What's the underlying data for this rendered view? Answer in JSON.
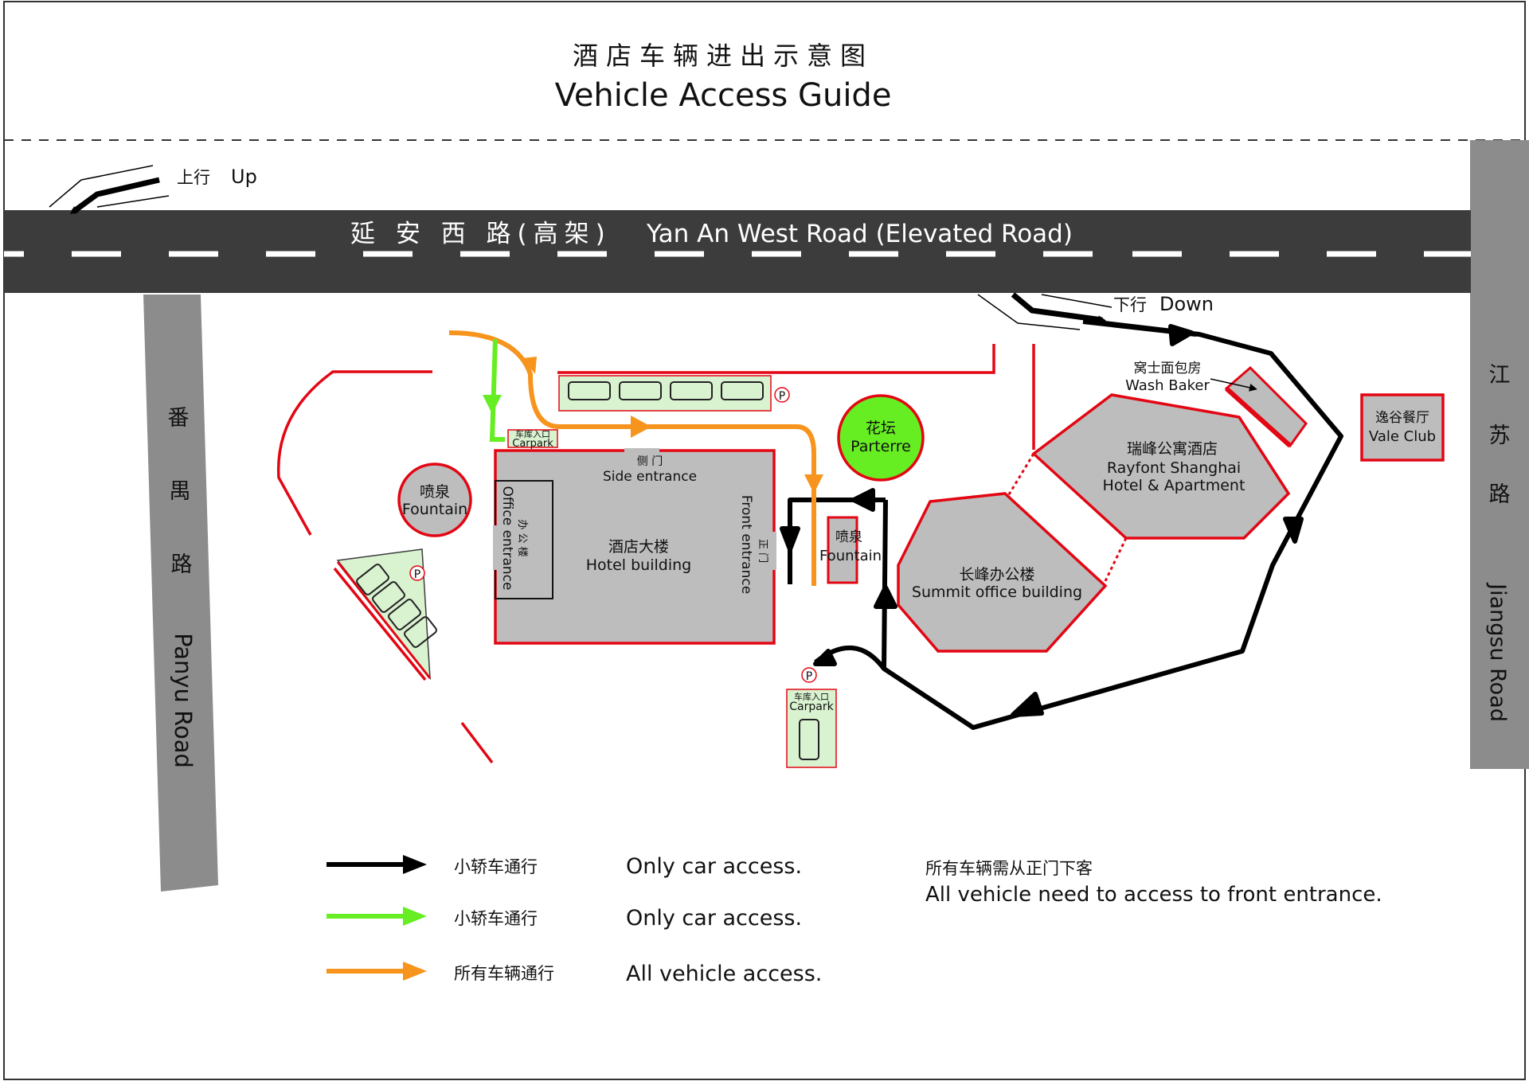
{
  "header": {
    "title_zh": "酒店车辆进出示意图",
    "title_en": "Vehicle Access Guide"
  },
  "roads": {
    "yanan_zh": "延 安 西 路(高架)",
    "yanan_en": "Yan An West Road (Elevated Road)",
    "panyu_zh": [
      "番",
      "禺",
      "路"
    ],
    "panyu_en": "Panyu Road",
    "jiangsu_zh": [
      "江",
      "苏",
      "路"
    ],
    "jiangsu_en": "Jiangsu Road",
    "up_zh": "上行",
    "up_en": "Up",
    "down_zh": "下行",
    "down_en": "Down"
  },
  "places": {
    "hotel_zh": "酒店大楼",
    "hotel_en": "Hotel building",
    "side_entrance_zh": "侧 门",
    "side_entrance_en": "Side entrance",
    "front_entrance_zh": "正 门",
    "front_entrance_en": "Front entrance",
    "office_entrance_zh": "办 公 楼",
    "office_entrance_en": "Office entrance",
    "fountain_zh": "喷泉",
    "fountain_en": "Fountain",
    "parterre_zh": "花坛",
    "parterre_en": "Parterre",
    "carpark_zh": "车库入口",
    "carpark_en": "Carpark",
    "wash_baker_zh": "窝士面包房",
    "wash_baker_en": "Wash Baker",
    "rayfont_zh": "瑞峰公寓酒店",
    "rayfont_en1": "Rayfont Shanghai",
    "rayfont_en2": "Hotel & Apartment",
    "summit_zh": "长峰办公楼",
    "summit_en": "Summit office building",
    "vale_zh": "逸谷餐厅",
    "vale_en": "Vale Club",
    "parking_symbol": "P"
  },
  "legend": [
    {
      "zh": "小轿车通行",
      "en": "Only car access.",
      "color": "#000000"
    },
    {
      "zh": "小轿车通行",
      "en": "Only car access.",
      "color": "#66ee22"
    },
    {
      "zh": "所有车辆通行",
      "en": "All vehicle access.",
      "color": "#f7941d"
    }
  ],
  "note": {
    "zh": "所有车辆需从正门下客",
    "en": "All vehicle need to access to front entrance."
  },
  "colors": {
    "road": "#3c3c3c",
    "side_road": "#8c8c8c",
    "building": "#bdbdbd",
    "outline_red": "#e30613",
    "parking_fill": "#d9f2d0",
    "parterre": "#66ee22",
    "car_route": "#000000",
    "green_route": "#66ee22",
    "orange_route": "#f7941d"
  }
}
